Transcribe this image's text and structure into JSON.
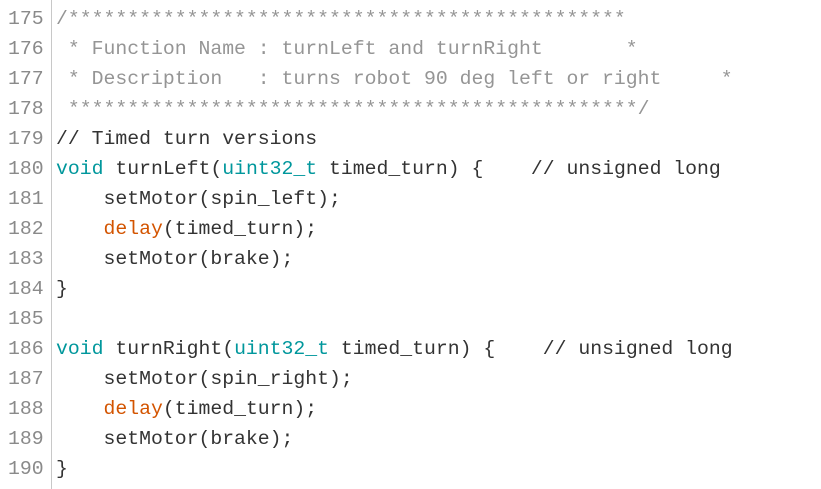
{
  "editor": {
    "lines": [
      {
        "number": "175",
        "tokens": [
          {
            "type": "comment",
            "text": "/***********************************************"
          }
        ]
      },
      {
        "number": "176",
        "tokens": [
          {
            "type": "comment",
            "text": " * Function Name : turnLeft and turnRight       *"
          }
        ]
      },
      {
        "number": "177",
        "tokens": [
          {
            "type": "comment",
            "text": " * Description   : turns robot 90 deg left or right     *"
          }
        ]
      },
      {
        "number": "178",
        "tokens": [
          {
            "type": "comment",
            "text": " ************************************************/"
          }
        ]
      },
      {
        "number": "179",
        "tokens": [
          {
            "type": "plain",
            "text": "// Timed turn versions"
          }
        ]
      },
      {
        "number": "180",
        "tokens": [
          {
            "type": "type",
            "text": "void"
          },
          {
            "type": "plain",
            "text": " turnLeft("
          },
          {
            "type": "type",
            "text": "uint32_t"
          },
          {
            "type": "plain",
            "text": " timed_turn) {    "
          },
          {
            "type": "plain",
            "text": "// unsigned long"
          }
        ]
      },
      {
        "number": "181",
        "tokens": [
          {
            "type": "plain",
            "text": "    setMotor(spin_left);"
          }
        ]
      },
      {
        "number": "182",
        "tokens": [
          {
            "type": "plain",
            "text": "    "
          },
          {
            "type": "func",
            "text": "delay"
          },
          {
            "type": "plain",
            "text": "(timed_turn);"
          }
        ]
      },
      {
        "number": "183",
        "tokens": [
          {
            "type": "plain",
            "text": "    setMotor(brake);"
          }
        ]
      },
      {
        "number": "184",
        "tokens": [
          {
            "type": "plain",
            "text": "}"
          }
        ]
      },
      {
        "number": "185",
        "tokens": [
          {
            "type": "plain",
            "text": ""
          }
        ]
      },
      {
        "number": "186",
        "tokens": [
          {
            "type": "type",
            "text": "void"
          },
          {
            "type": "plain",
            "text": " turnRight("
          },
          {
            "type": "type",
            "text": "uint32_t"
          },
          {
            "type": "plain",
            "text": " timed_turn) {    "
          },
          {
            "type": "plain",
            "text": "// unsigned long"
          }
        ]
      },
      {
        "number": "187",
        "tokens": [
          {
            "type": "plain",
            "text": "    setMotor(spin_right);"
          }
        ]
      },
      {
        "number": "188",
        "tokens": [
          {
            "type": "plain",
            "text": "    "
          },
          {
            "type": "func",
            "text": "delay"
          },
          {
            "type": "plain",
            "text": "(timed_turn);"
          }
        ]
      },
      {
        "number": "189",
        "tokens": [
          {
            "type": "plain",
            "text": "    setMotor(brake);"
          }
        ]
      },
      {
        "number": "190",
        "tokens": [
          {
            "type": "plain",
            "text": "}"
          }
        ]
      }
    ]
  },
  "colors": {
    "comment": "#959595",
    "type": "#00979c",
    "func": "#d35400",
    "plain": "#333333",
    "line_number": "#8a8a8a",
    "gutter_border": "#c8c8c8",
    "background": "#ffffff"
  }
}
